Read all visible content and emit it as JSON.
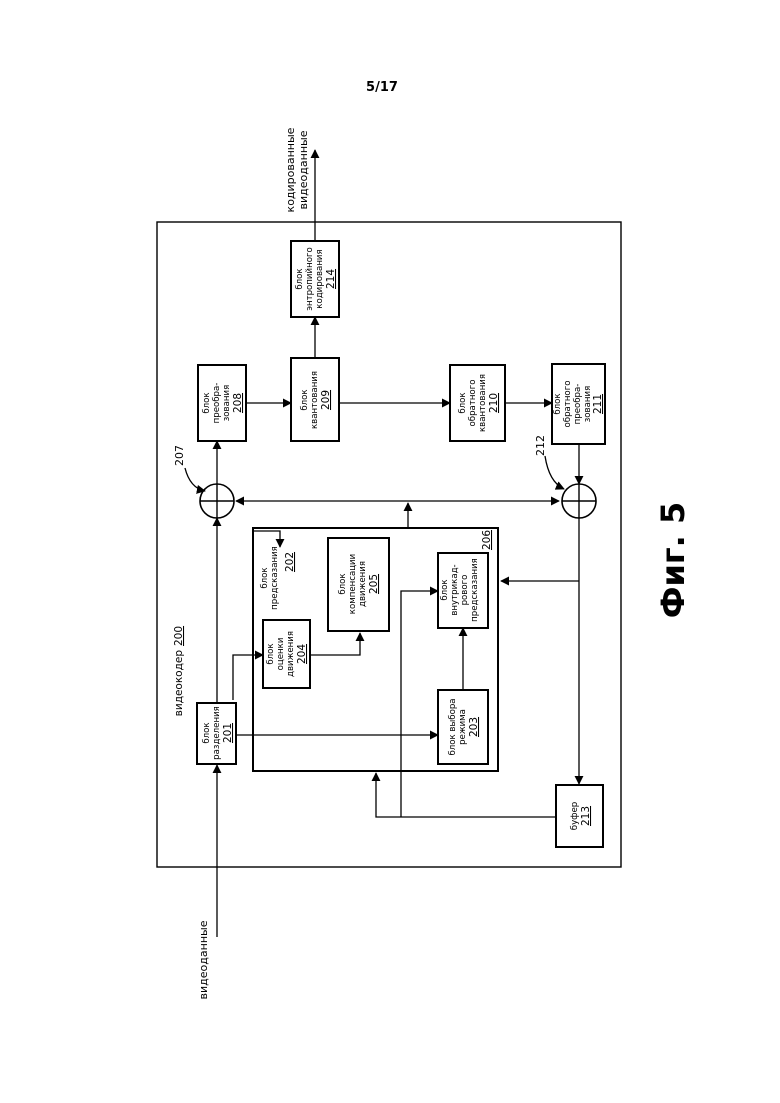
{
  "page_number": "5/17",
  "figure_label": "Фиг. 5",
  "encoder": {
    "title": "видеокодер",
    "ref": "200"
  },
  "inputs": {
    "video_in": "видеоданные"
  },
  "outputs": {
    "coded_line1": "кодированные",
    "coded_line2": "видеоданные"
  },
  "refs": {
    "sum1": "207",
    "sum2": "212"
  },
  "blocks": {
    "split": {
      "lines": [
        "блок",
        "разделения"
      ],
      "num": "201"
    },
    "prediction": {
      "lines": [
        "блок",
        "предсказания"
      ],
      "num": "202"
    },
    "mode": {
      "lines": [
        "блок выбора",
        "режима"
      ],
      "num": "203"
    },
    "motion_est": {
      "lines": [
        "блок",
        "оценки",
        "движения"
      ],
      "num": "204"
    },
    "motion_comp": {
      "lines": [
        "блок",
        "компенсации",
        "движения"
      ],
      "num": "205"
    },
    "intra": {
      "lines": [
        "блок",
        "внутрикад-",
        "рового",
        "предсказания"
      ],
      "num": "206"
    },
    "transform": {
      "lines": [
        "блок",
        "преобра-",
        "зования"
      ],
      "num": "208"
    },
    "quant": {
      "lines": [
        "блок",
        "квантования"
      ],
      "num": "209"
    },
    "dequant": {
      "lines": [
        "блок",
        "обратного",
        "квантования"
      ],
      "num": "210"
    },
    "inv_transform": {
      "lines": [
        "блок",
        "обратного",
        "преобра-",
        "зования"
      ],
      "num": "211"
    },
    "buffer": {
      "lines": [
        "буфер"
      ],
      "num": "213"
    },
    "entropy": {
      "lines": [
        "блок",
        "энтропийного",
        "кодирования"
      ],
      "num": "214"
    }
  }
}
